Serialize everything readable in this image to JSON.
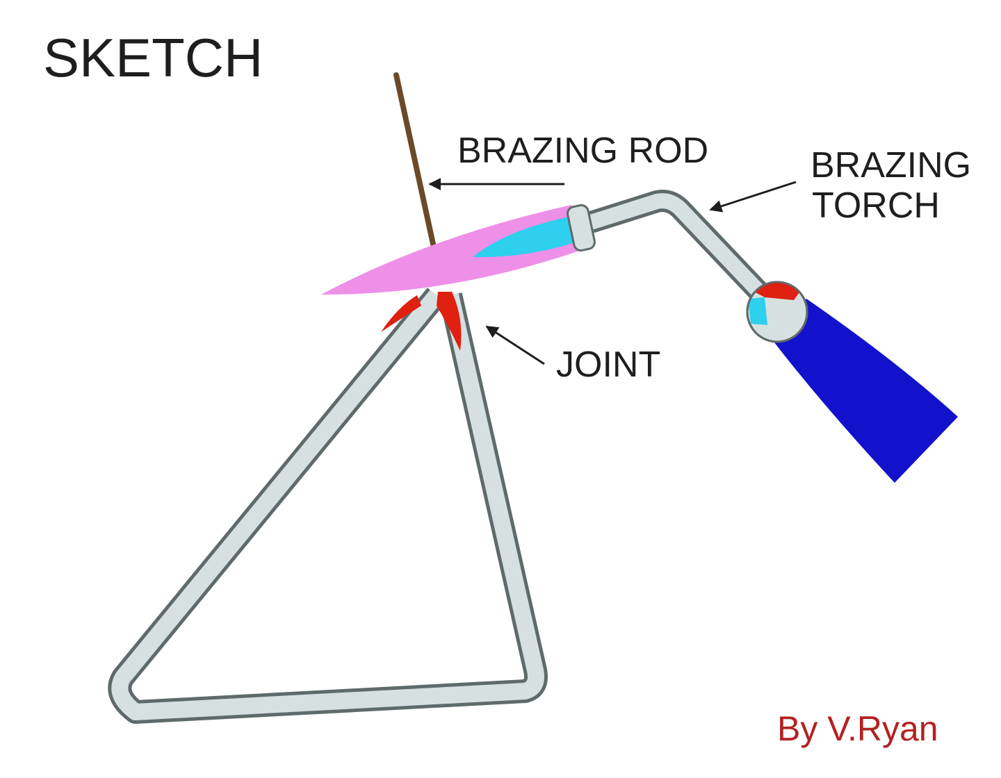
{
  "title": "SKETCH",
  "labels": {
    "brazing_rod": "BRAZING ROD",
    "brazing_torch_line1": "BRAZING",
    "brazing_torch_line2": "TORCH",
    "joint": "JOINT"
  },
  "credit": "By V.Ryan",
  "colors": {
    "background": "#ffffff",
    "text": "#1e1e1e",
    "credit": "#b22222",
    "tube_fill": "#d6e0e0",
    "tube_outline": "#5f6a6a",
    "rod": "#6b4a2a",
    "flame_outer": "#ee8fe8",
    "flame_inner": "#2ed0ee",
    "braze_metal": "#e02010",
    "torch_handle": "#1212cc"
  }
}
